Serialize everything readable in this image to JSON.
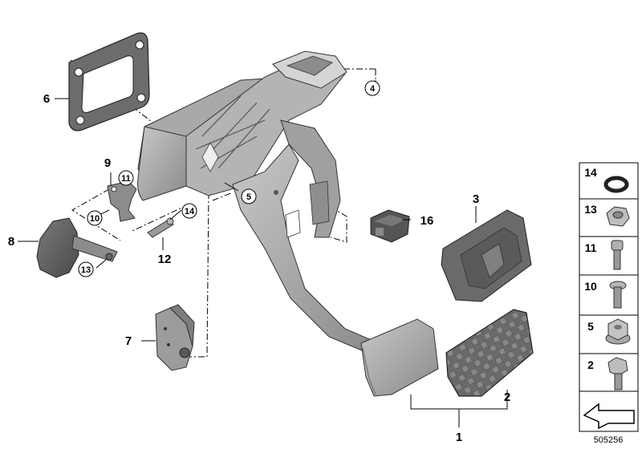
{
  "callouts": {
    "c1": "1",
    "c2": "2",
    "c3": "3",
    "c4": "4",
    "c5": "5",
    "c6": "6",
    "c7": "7",
    "c8": "8",
    "c9": "9",
    "c10": "10",
    "c11": "11",
    "c12": "12",
    "c13": "13",
    "c14": "14",
    "c16": "16"
  },
  "panel": {
    "p14": "14",
    "p13": "13",
    "p11": "11",
    "p10": "10",
    "p5": "5",
    "p2": "2"
  },
  "doc_number": "505256",
  "colors": {
    "part_gray": "#9c9c9c",
    "dark_gray": "#5e5e5e",
    "line": "#000000"
  }
}
